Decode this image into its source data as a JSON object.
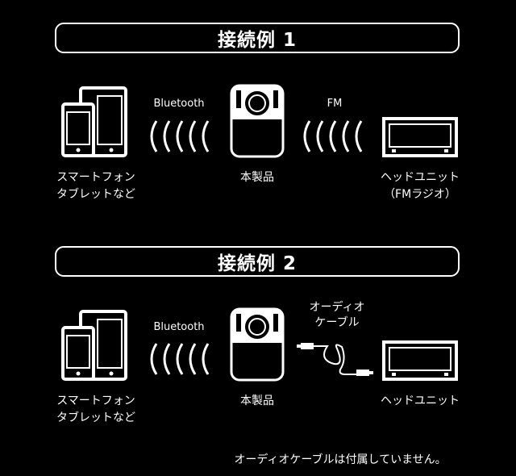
{
  "example1": {
    "title": "接続例 1",
    "source_label_line1": "スマートフォン",
    "source_label_line2": "タブレットなど",
    "link1_label": "Bluetooth",
    "product_label": "本製品",
    "link2_label": "FM",
    "dest_label_line1": "ヘッドユニット",
    "dest_label_line2": "（FMラジオ）"
  },
  "example2": {
    "title": "接続例 2",
    "source_label_line1": "スマートフォン",
    "source_label_line2": "タブレットなど",
    "link1_label": "Bluetooth",
    "product_label": "本製品",
    "cable_label_line1": "オーディオ",
    "cable_label_line2": "ケーブル",
    "dest_label": "ヘッドユニット"
  },
  "footnote": "オーディオケーブルは付属していません。",
  "icons": {
    "devices": "smartphone-tablet-icon",
    "waves": "wireless-waves-icon",
    "product": "fm-transmitter-icon",
    "headunit": "car-headunit-icon",
    "cable": "audio-cable-icon"
  },
  "colors": {
    "background": "#000000",
    "foreground": "#ffffff"
  }
}
